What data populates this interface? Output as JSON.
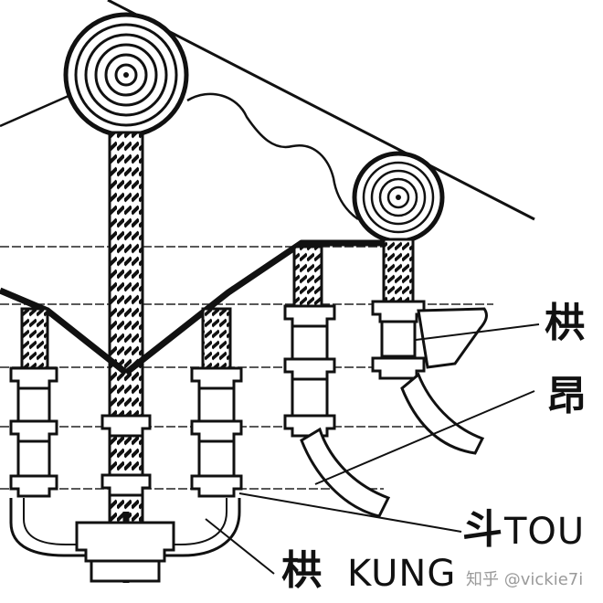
{
  "labels": {
    "kung_right": "栱",
    "ang": "昂",
    "tou_char": "斗",
    "tou": "TOU",
    "kung_char": "栱",
    "kung": "KUNG"
  },
  "watermark": "知乎 @vickie7i",
  "colors": {
    "ink": "#111111",
    "paper": "#ffffff",
    "watermark": "#9a9a9a"
  }
}
